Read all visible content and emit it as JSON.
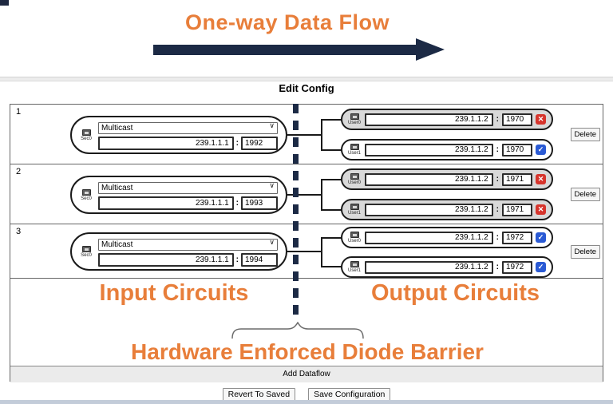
{
  "colors": {
    "accent_orange": "#E87E3A",
    "navy": "#1C2A45",
    "checkbox_checked_blue": "#2A5AD4",
    "checkbox_crossed_red": "#D6342C",
    "disabled_pill_gray": "#D9D9D9"
  },
  "banner": {
    "title": "One-way Data Flow"
  },
  "heading": "Edit Config",
  "ui": {
    "colon": ":",
    "delete_label": "Delete",
    "chevron": "∨"
  },
  "rows": [
    {
      "index": "1",
      "input": {
        "interface": "Sec0",
        "mode": "Multicast",
        "address": "239.1.1.1",
        "port": "1992"
      },
      "outputs": [
        {
          "interface": "User0",
          "address": "239.1.1.2",
          "port": "1970",
          "enabled": false
        },
        {
          "interface": "User1",
          "address": "239.1.1.2",
          "port": "1970",
          "enabled": true
        }
      ]
    },
    {
      "index": "2",
      "input": {
        "interface": "Sec0",
        "mode": "Multicast",
        "address": "239.1.1.1",
        "port": "1993"
      },
      "outputs": [
        {
          "interface": "User0",
          "address": "239.1.1.2",
          "port": "1971",
          "enabled": false
        },
        {
          "interface": "User1",
          "address": "239.1.1.2",
          "port": "1971",
          "enabled": false
        }
      ]
    },
    {
      "index": "3",
      "input": {
        "interface": "Sec0",
        "mode": "Multicast",
        "address": "239.1.1.1",
        "port": "1994"
      },
      "outputs": [
        {
          "interface": "User0",
          "address": "239.1.1.2",
          "port": "1972",
          "enabled": true
        },
        {
          "interface": "User1",
          "address": "239.1.1.2",
          "port": "1972",
          "enabled": true
        }
      ]
    }
  ],
  "section_labels": {
    "input": "Input Circuits",
    "output": "Output Circuits",
    "barrier": "Hardware Enforced Diode Barrier"
  },
  "add_dataflow_label": "Add Dataflow",
  "footer": {
    "revert_label": "Revert To Saved",
    "save_label": "Save Configuration"
  }
}
